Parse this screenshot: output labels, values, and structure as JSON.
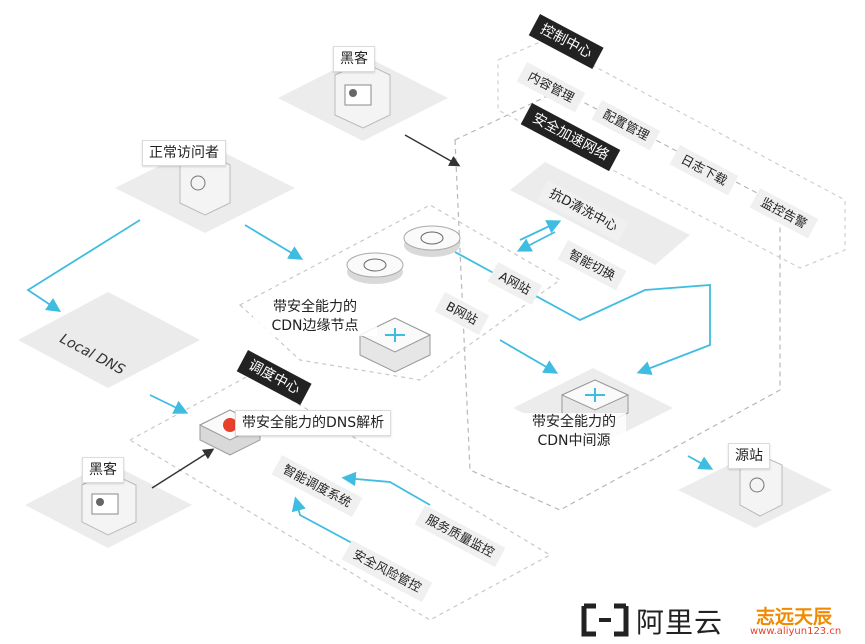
{
  "nodes": {
    "hacker_top": "黑客",
    "normal_visitor": "正常访问者",
    "local_dns": "Local DNS",
    "hacker_bottom": "黑客",
    "origin": "源站",
    "edge_node_line1": "带安全能力的",
    "edge_node_line2": "CDN边缘节点",
    "mid_origin_line1": "带安全能力的",
    "mid_origin_line2": "CDN中间源",
    "dns_parse": "带安全能力的DNS解析",
    "anti_d": "抗D清洗中心",
    "site_a": "A网站",
    "site_b": "B网站",
    "smart_switch": "智能切换"
  },
  "control_center": {
    "title": "控制中心",
    "items": [
      "内容管理",
      "配置管理",
      "日志下载",
      "监控告警"
    ]
  },
  "secure_network": {
    "title": "安全加速网络"
  },
  "dispatch_center": {
    "title": "调度中心",
    "items": [
      "智能调度系统",
      "服务质量监控",
      "安全风险管控"
    ]
  },
  "branding": {
    "aliyun": "阿里云",
    "partner": "志远天辰",
    "url": "www.aliyun123.cn"
  },
  "colors": {
    "flow": "#3fbde0",
    "platform": "#ececec",
    "label_bg": "#ffffff",
    "dark_label": "#222222",
    "brand_orange": "#f08a00",
    "url_red": "#e8402a"
  }
}
